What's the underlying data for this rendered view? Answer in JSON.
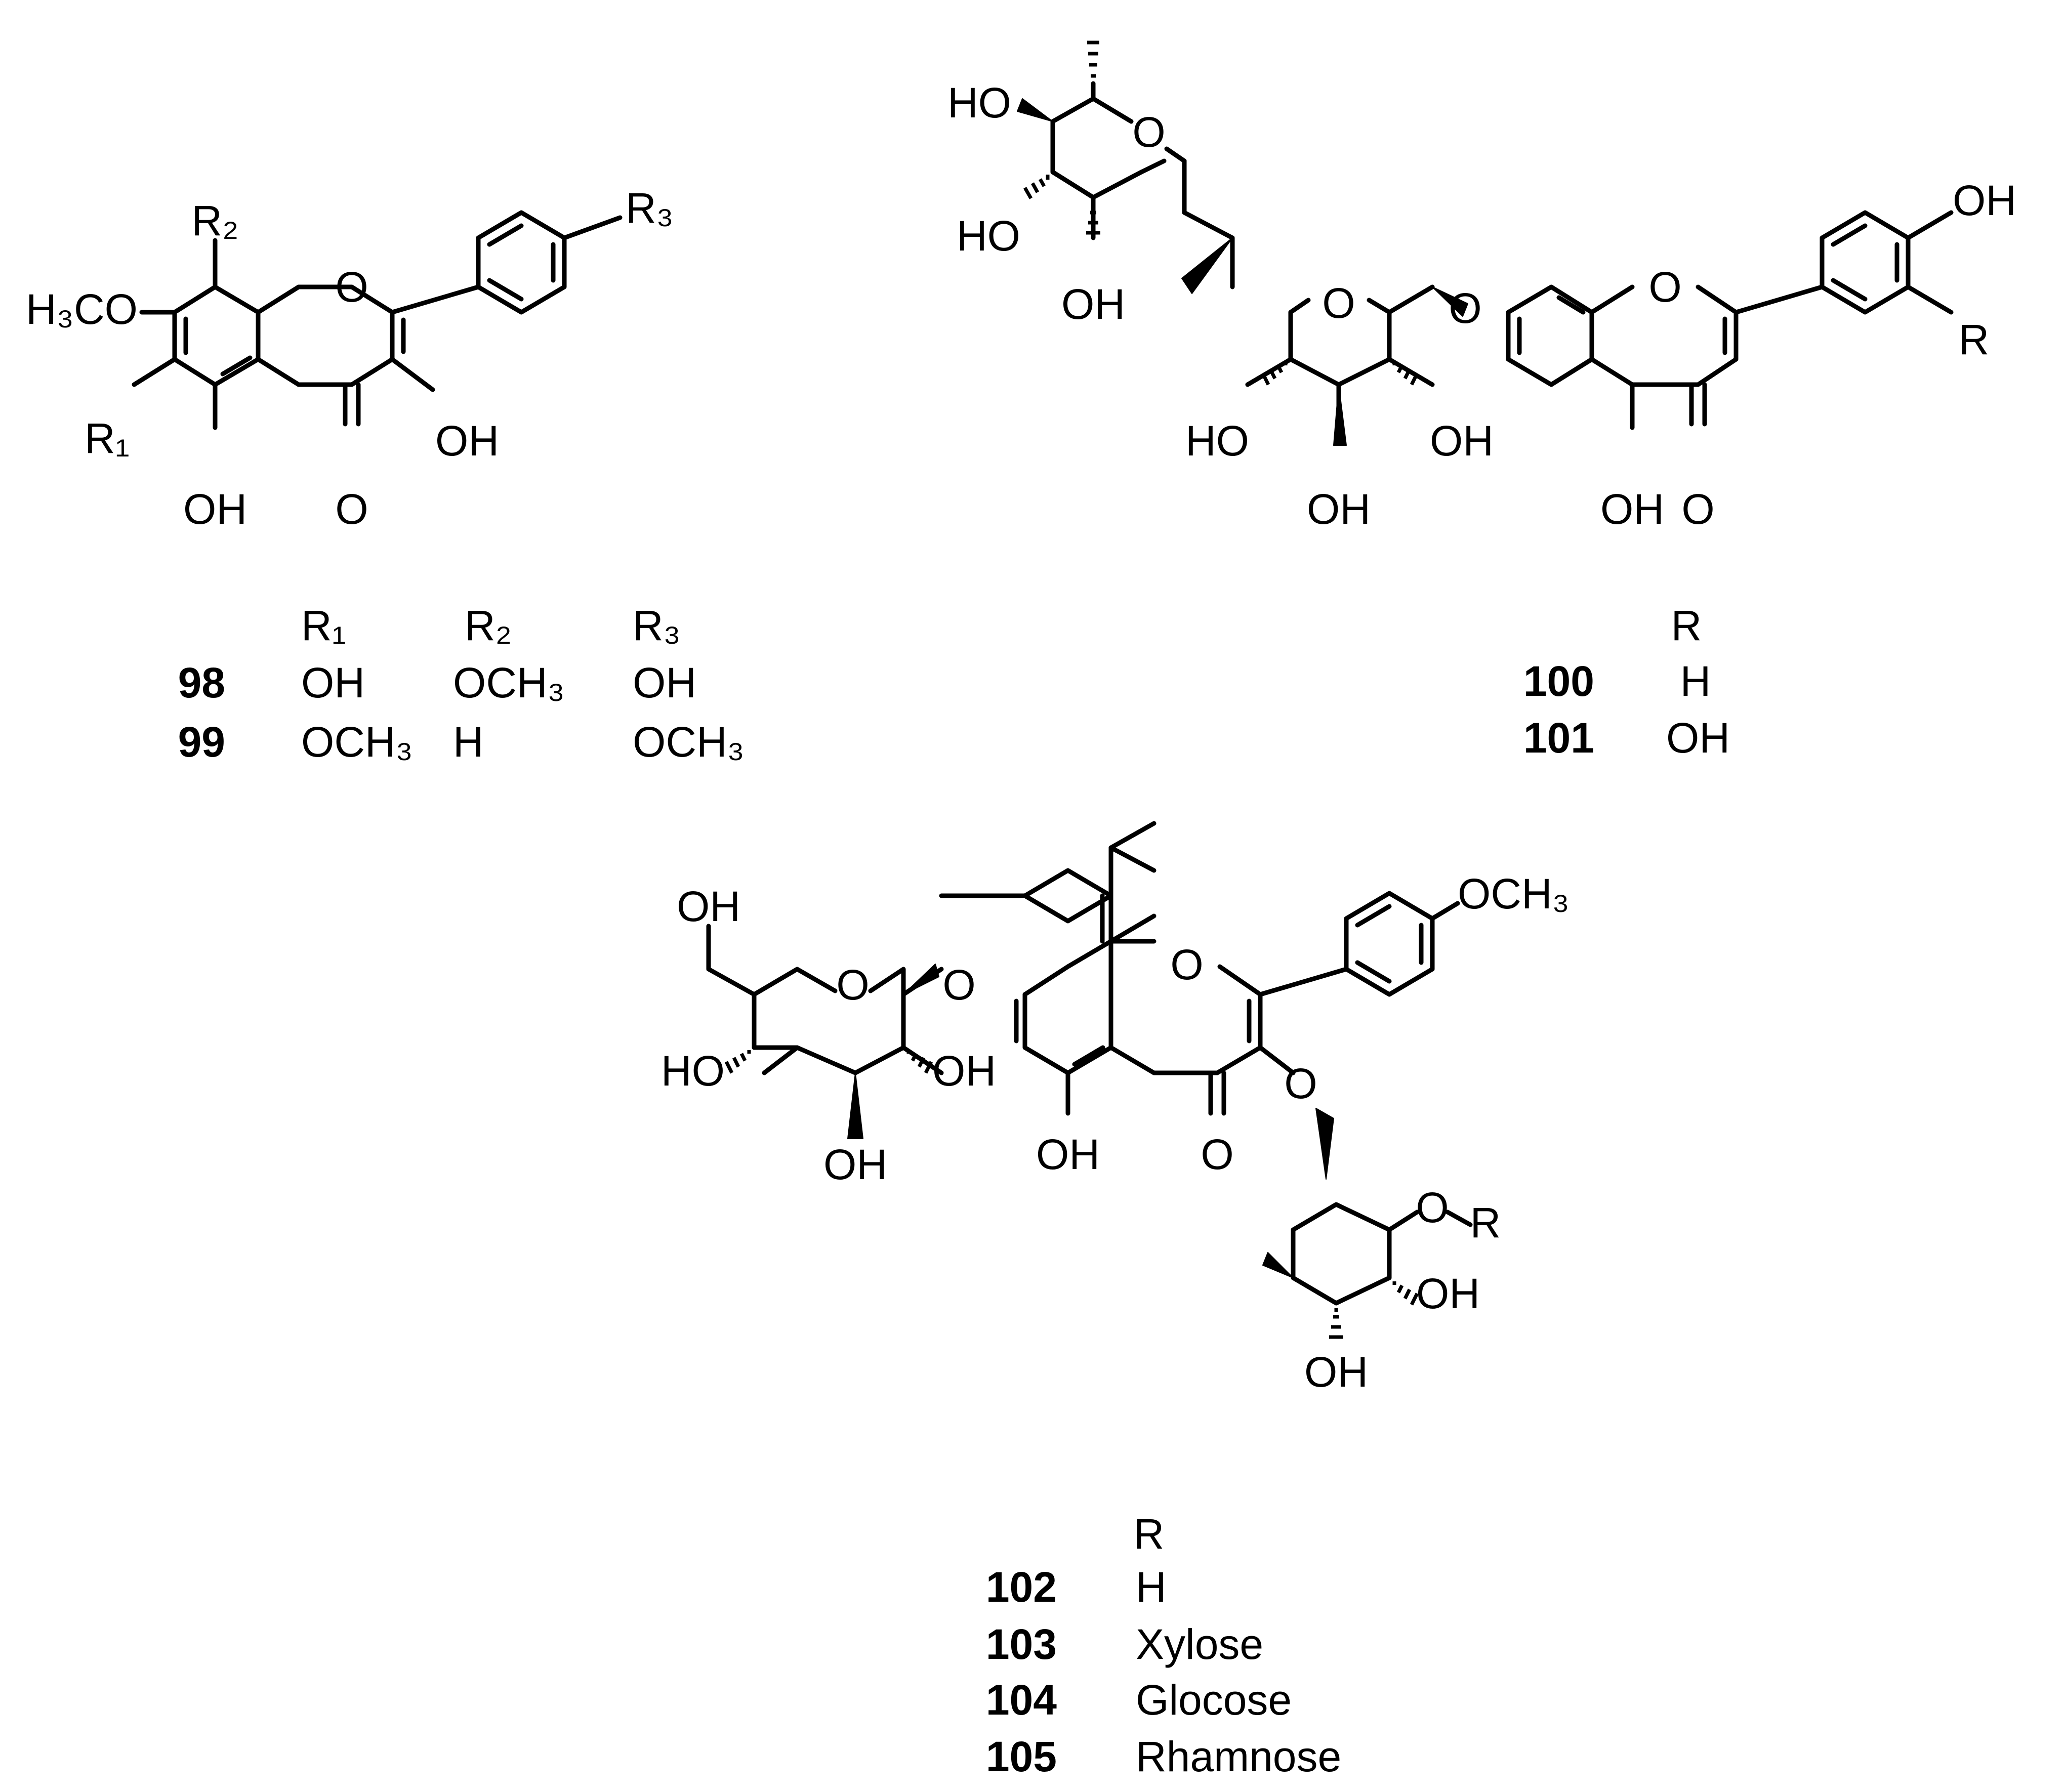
{
  "structures": {
    "s98": {
      "atoms": {
        "r2": "R₂",
        "o_ring": "O",
        "r3": "R₃",
        "h3co": "H₃CO",
        "oh3": "OH",
        "r1": "R₁",
        "oh5": "OH",
        "oxo": "O"
      },
      "table": {
        "headers": [
          "R₁",
          "R₂",
          "R₃"
        ],
        "rows": [
          {
            "id": "98",
            "values": [
              "OH",
              "OCH₃",
              "OH"
            ]
          },
          {
            "id": "99",
            "values": [
              "OCH₃",
              "H",
              "OCH₃"
            ]
          }
        ]
      }
    },
    "s100": {
      "atoms": {
        "ho_top": "HO",
        "o_rham": "O",
        "ho_mid": "HO",
        "oh_rham": "OH",
        "o_glc": "O",
        "o_link": "O",
        "o_chrom": "O",
        "oh_4p": "OH",
        "r": "R",
        "ho_glc": "HO",
        "oh_glc_r": "OH",
        "oh_glc_b": "OH",
        "oh_5": "OH",
        "oxo": "O"
      },
      "table": {
        "headers": [
          "R"
        ],
        "rows": [
          {
            "id": "100",
            "values": [
              "H"
            ]
          },
          {
            "id": "101",
            "values": [
              "OH"
            ]
          }
        ]
      }
    },
    "s102": {
      "atoms": {
        "och3": "OCH₃",
        "oh_ch2": "OH",
        "o_glc": "O",
        "o_link7": "O",
        "o_chrom": "O",
        "ho_glc": "HO",
        "oh_glc_r": "OH",
        "oh_glc_b": "OH",
        "oh_5": "OH",
        "oxo": "O",
        "o_link3": "O",
        "o_r": "O",
        "r": "R",
        "oh_cy_r": "OH",
        "oh_cy_b": "OH"
      },
      "table": {
        "headers": [
          "R"
        ],
        "rows": [
          {
            "id": "102",
            "values": [
              "H"
            ]
          },
          {
            "id": "103",
            "values": [
              "Xylose"
            ]
          },
          {
            "id": "104",
            "values": [
              "Glocose"
            ]
          },
          {
            "id": "105",
            "values": [
              "Rhamnose"
            ]
          }
        ]
      }
    }
  }
}
